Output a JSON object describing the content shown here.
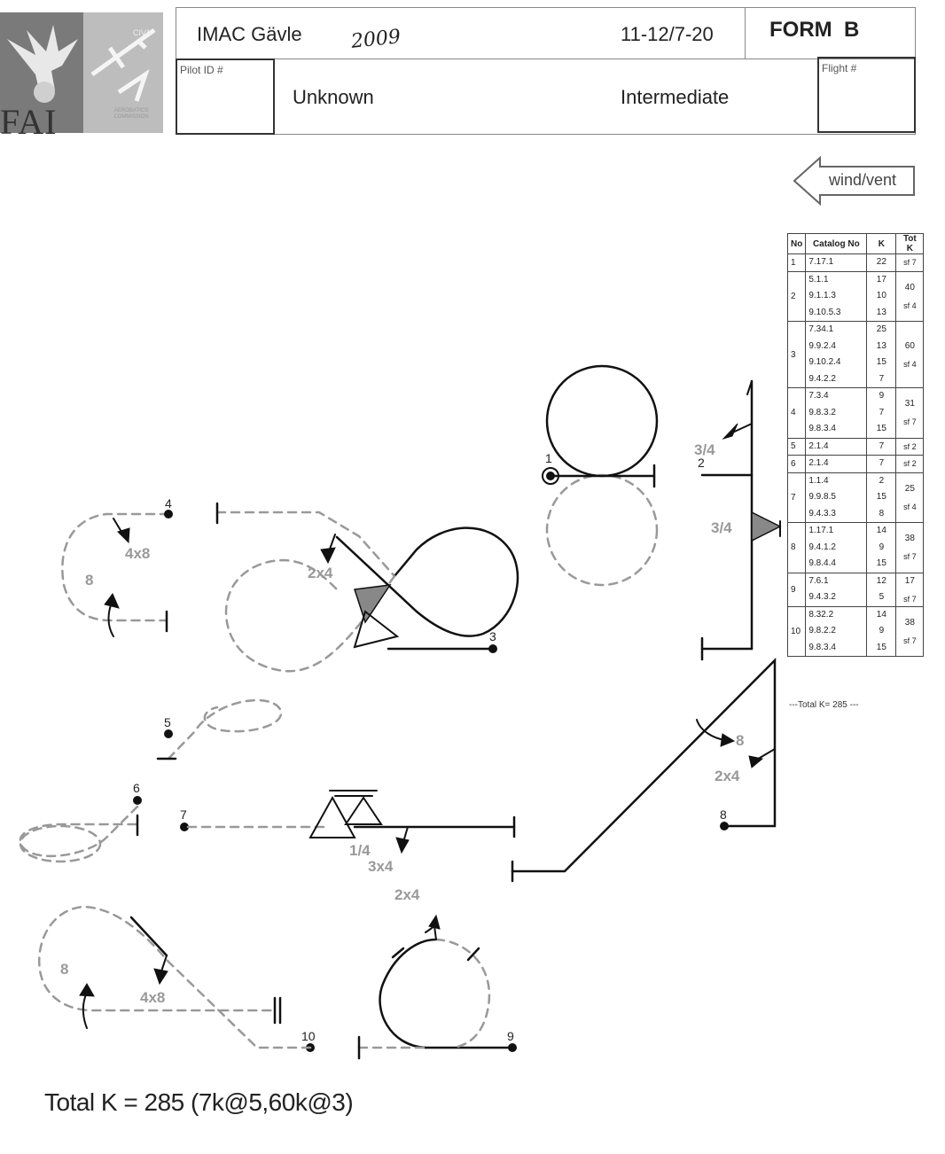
{
  "header": {
    "contest": "IMAC Gävle",
    "year_handwritten": "2009",
    "date": "11-12/7-20",
    "form": "FORM  B",
    "pilot_id_label": "Pilot ID #",
    "flight_label": "Flight #",
    "sequence": "Unknown",
    "class": "Intermediate"
  },
  "logo": {
    "fai": "FAI",
    "civa": "CIVA",
    "subtitle": "AEROBATICS COMMISSION"
  },
  "wind": {
    "label": "wind/vent"
  },
  "table": {
    "headers": [
      "No",
      "Catalog No",
      "K",
      "Tot K"
    ],
    "rows": [
      {
        "no": "1",
        "catalog": "7.17.1",
        "k": "22",
        "tot": "",
        "sf": "sf 7"
      },
      {
        "no": "2",
        "catalog": "5.1.1\n9.1.1.3\n9.10.5.3",
        "k": "17\n10\n13",
        "tot": "40",
        "sf": "sf 4"
      },
      {
        "no": "3",
        "catalog": "7.34.1\n9.9.2.4\n9.10.2.4\n9.4.2.2",
        "k": "25\n13\n15\n7",
        "tot": "60",
        "sf": "sf 4"
      },
      {
        "no": "4",
        "catalog": "7.3.4\n9.8.3.2\n9.8.3.4",
        "k": "9\n7\n15",
        "tot": "31",
        "sf": "sf 7"
      },
      {
        "no": "5",
        "catalog": "2.1.4",
        "k": "7",
        "tot": "",
        "sf": "sf 2"
      },
      {
        "no": "6",
        "catalog": "2.1.4",
        "k": "7",
        "tot": "",
        "sf": "sf 2"
      },
      {
        "no": "7",
        "catalog": "1.1.4\n9.9.8.5\n9.4.3.3",
        "k": "2\n15\n8",
        "tot": "25",
        "sf": "sf 4"
      },
      {
        "no": "8",
        "catalog": "1.17.1\n9.4.1.2\n9.8.4.4",
        "k": "14\n9\n15",
        "tot": "38",
        "sf": "sf 7"
      },
      {
        "no": "9",
        "catalog": "7.6.1\n9.4.3.2",
        "k": "12\n5",
        "tot": "17",
        "sf": "sf 7"
      },
      {
        "no": "10",
        "catalog": "8.32.2\n9.8.2.2\n9.8.3.4",
        "k": "14\n9\n15",
        "tot": "38",
        "sf": "sf 7"
      }
    ],
    "footer": "---Total K= 285 ---"
  },
  "diagram": {
    "figure_numbers": [
      "1",
      "2",
      "3",
      "4",
      "5",
      "6",
      "7",
      "8",
      "9",
      "10"
    ],
    "roll_labels": {
      "fig2_a": "3/4",
      "fig2_b": "3/4",
      "fig3": "2x4",
      "fig4_roll": "4x8",
      "fig4_spin": "8",
      "fig7_a": "1/4",
      "fig7_b": "3x4",
      "fig8": "2x4",
      "fig8_num": "8",
      "fig9": "2x4",
      "fig10_roll": "4x8",
      "fig10_spin": "8"
    }
  },
  "total": "Total K = 285 (7k@5,60k@3)"
}
